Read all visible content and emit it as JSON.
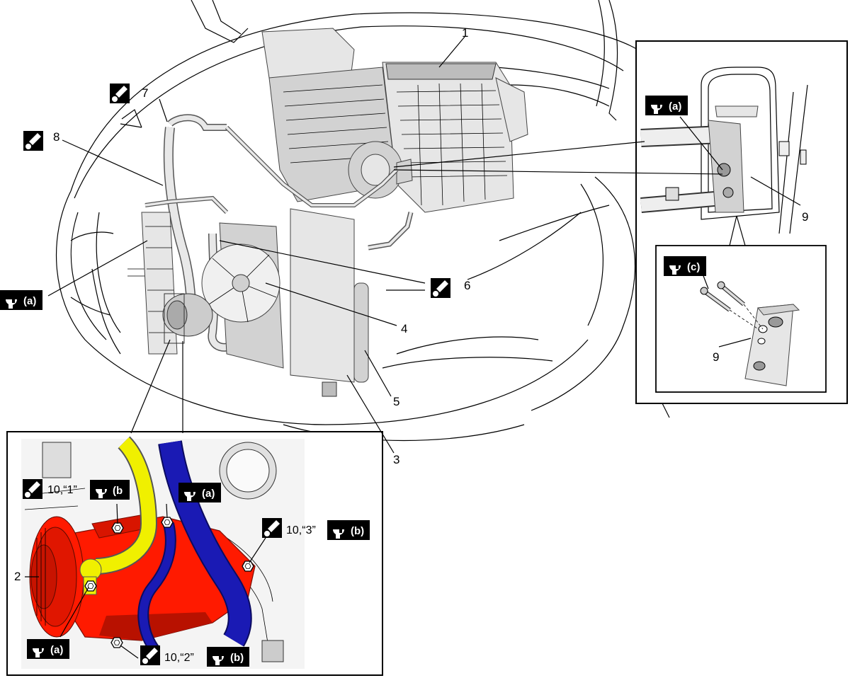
{
  "callouts": {
    "c1": "1",
    "c2": "2",
    "c3": "3",
    "c4": "4",
    "c5": "5",
    "c6": "6",
    "c7": "7",
    "c8": "8",
    "c9_upper": "9",
    "c9_lower": "9"
  },
  "torque_badges": {
    "a_left": "(a)",
    "a_upper_inset": "(a)",
    "c_inset": "(c)",
    "a_compressor_top": "(a)",
    "b_compressor_top": "(b",
    "b_compressor_right": "(b)",
    "b_compressor_bottom": "(b)",
    "a_compressor_bottom": "(a)"
  },
  "grease_labels": {
    "g1": "10,“1”",
    "g3": "10,“3”",
    "g2": "10,“2”"
  },
  "icons": {
    "torque": "wrench-icon",
    "grease": "grease-brush-icon",
    "bolt": "hex-bolt-icon"
  },
  "colors": {
    "compressor": "#ff1a00",
    "suction_hose": "#f0f000",
    "discharge_hose": "#1a1ab4"
  }
}
